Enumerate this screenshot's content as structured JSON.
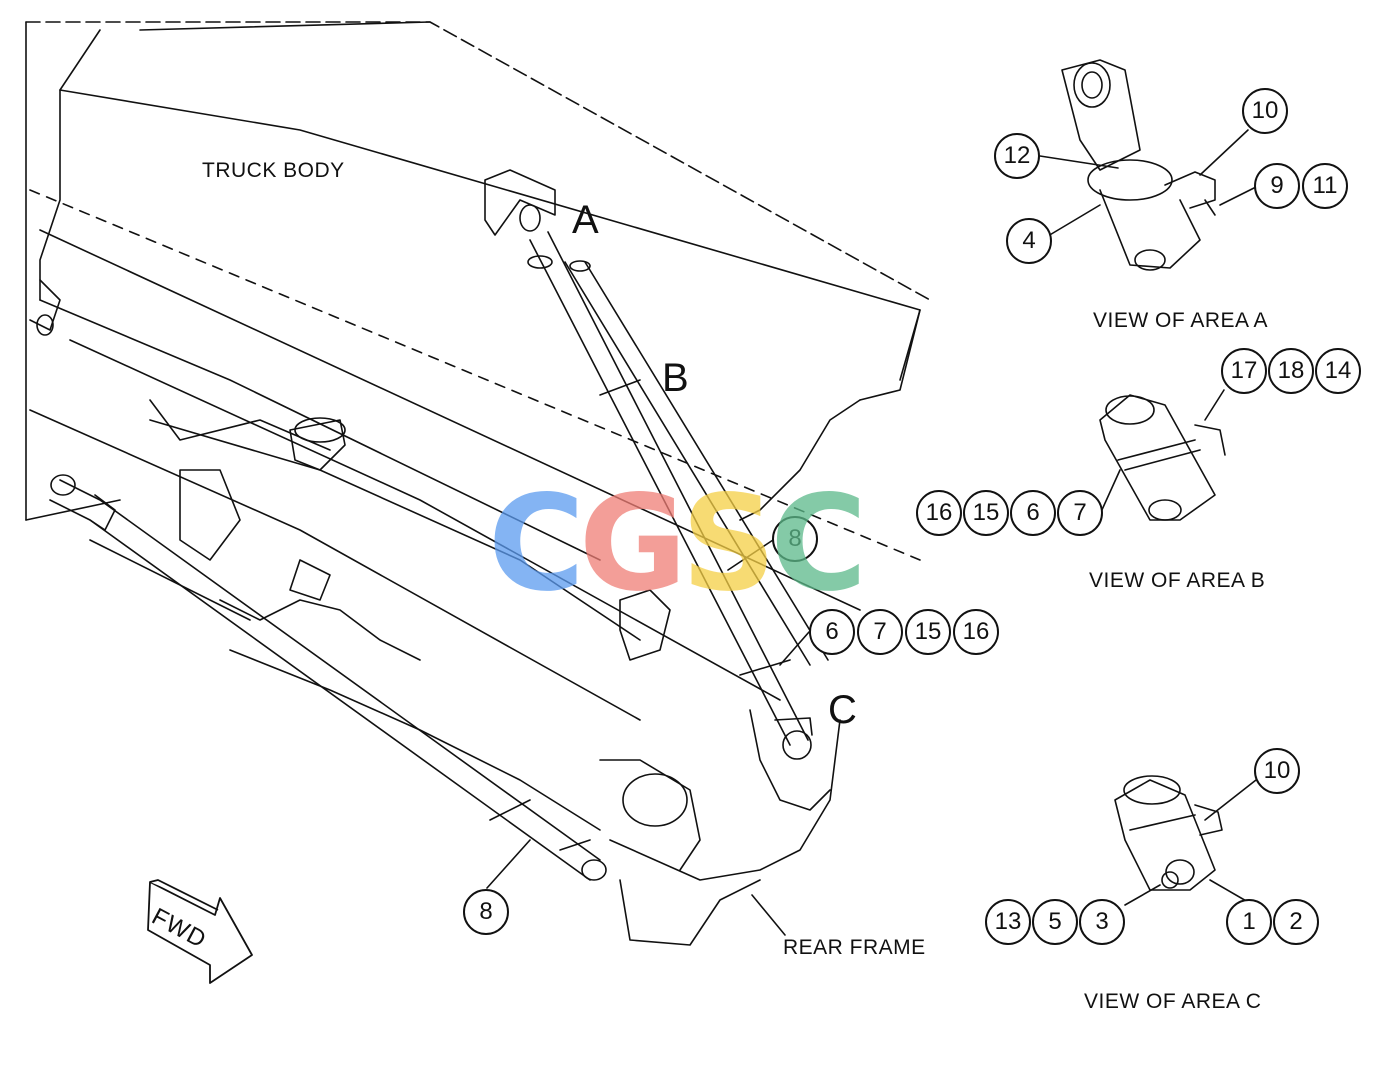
{
  "labels": {
    "truck_body": "TRUCK BODY",
    "rear_frame": "REAR FRAME",
    "view_a": "VIEW OF AREA A",
    "view_b": "VIEW OF AREA B",
    "view_c": "VIEW OF AREA C",
    "fwd": "FWD"
  },
  "area_letters": {
    "a": "A",
    "b": "B",
    "c": "C"
  },
  "callouts": {
    "main_8_upper": "8",
    "main_8_lower": "8",
    "main_group": [
      "6",
      "7",
      "15",
      "16"
    ],
    "view_a": {
      "c12": "12",
      "c10": "10",
      "c9": "9",
      "c11": "11",
      "c4": "4"
    },
    "view_b": {
      "top": [
        "17",
        "18",
        "14"
      ],
      "left": [
        "16",
        "15",
        "6",
        "7"
      ]
    },
    "view_c": {
      "c10": "10",
      "left": [
        "13",
        "5",
        "3"
      ],
      "right": [
        "1",
        "2"
      ]
    }
  },
  "watermark": {
    "letters": [
      "C",
      "G",
      "S",
      "C"
    ],
    "colors": [
      "#5b9bf0",
      "#ef7e76",
      "#f5cf45",
      "#5cb98a"
    ]
  }
}
